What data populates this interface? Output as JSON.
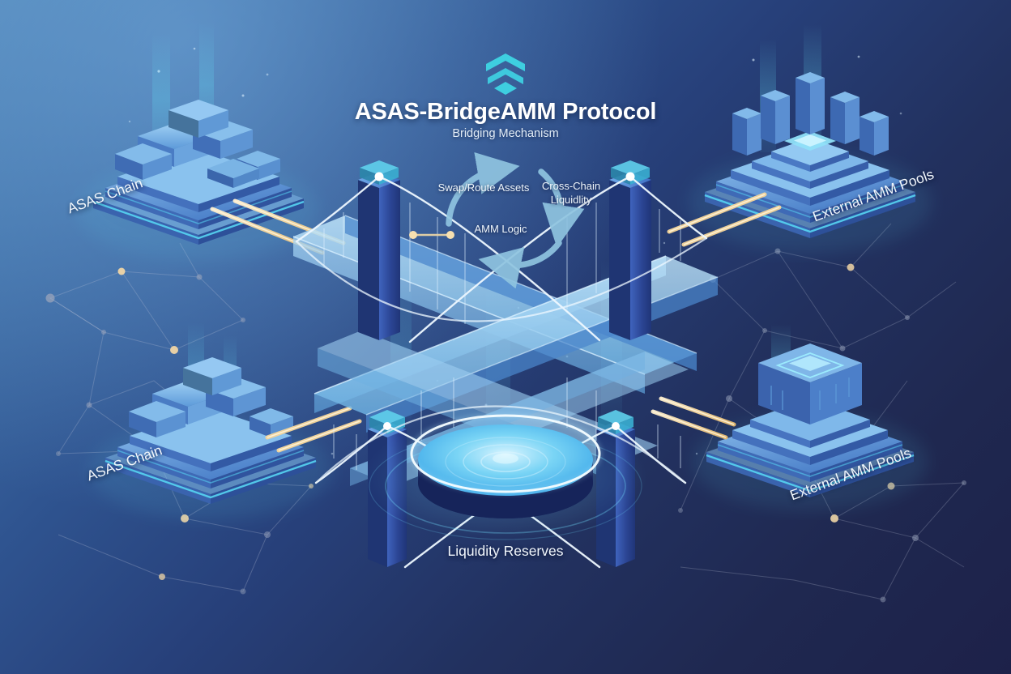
{
  "header": {
    "logo_icon": "stacked-chevron-hexagon-logo",
    "title": "ASAS-BridgeAMM Protocol",
    "subtitle": "Bridging Mechanism"
  },
  "nodes": [
    {
      "id": "chain-top-left",
      "label": "ASAS Chain",
      "position": "top-left",
      "visual": "isometric-platform-with-cubes"
    },
    {
      "id": "pools-top-right",
      "label": "External AMM Pools",
      "position": "top-right",
      "visual": "isometric-stepped-pyramid-with-pillars"
    },
    {
      "id": "chain-bottom-left",
      "label": "ASAS Chain",
      "position": "bottom-left",
      "visual": "isometric-platform-with-cubes"
    },
    {
      "id": "pools-bottom-right",
      "label": "External AMM Pools",
      "position": "bottom-right",
      "visual": "isometric-stepped-base-with-glowing-cube"
    }
  ],
  "center": {
    "label": "Liquidity Reserves",
    "visual": "glowing-circular-liquidity-pool"
  },
  "flow_cycle": {
    "labels": [
      "Swap/Route Assets",
      "Cross-Chain Liquidlity",
      "AMM Logic"
    ],
    "arrow_icon": "circular-arrow-icon",
    "connector_icon": "gold-link-connector-icon"
  },
  "bridge": {
    "visual": "crossed-isometric-suspension-bridges",
    "tower_count": 4
  },
  "colors": {
    "background_light": "#4e83b6",
    "background_dark": "#1e2149",
    "accent_cyan": "#3ecfe0",
    "deck_blue": "#9ed3f2",
    "tower_blue": "#2f4fa3",
    "beam_gold": "#f5d9a0",
    "arrow_blue": "#8fc4e0",
    "text_white": "#f2f7fc"
  }
}
